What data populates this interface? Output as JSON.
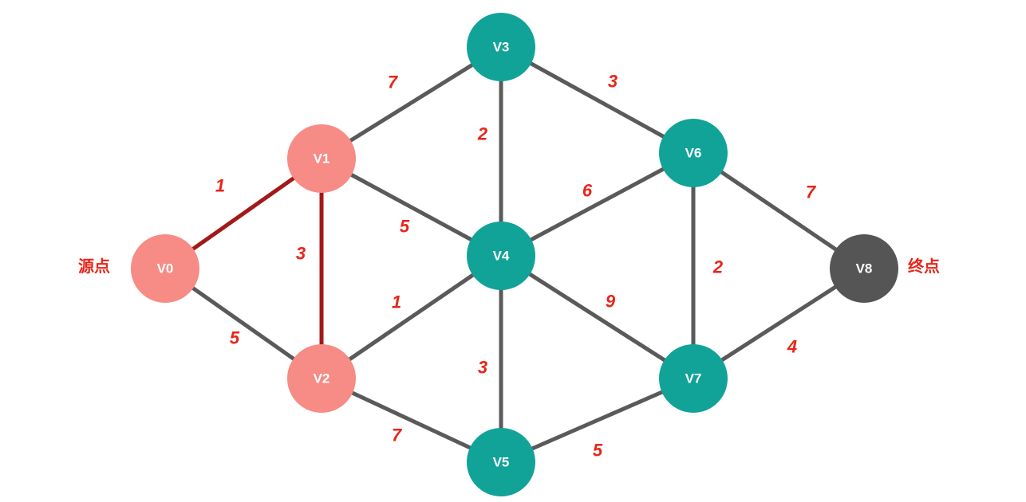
{
  "colors": {
    "edge": "#5a5a5a",
    "edge_highlight": "#a31818",
    "weight_text": "#e8251a",
    "visited_node": "#f78b85",
    "unvisited_node": "#11a398",
    "target_node": "#555555",
    "endpoint_text": "#e8251a"
  },
  "graph": {
    "nodes": [
      {
        "id": "V0",
        "label": "V0",
        "state": "visited"
      },
      {
        "id": "V1",
        "label": "V1",
        "state": "visited"
      },
      {
        "id": "V2",
        "label": "V2",
        "state": "visited"
      },
      {
        "id": "V3",
        "label": "V3",
        "state": "unvisited"
      },
      {
        "id": "V4",
        "label": "V4",
        "state": "unvisited"
      },
      {
        "id": "V5",
        "label": "V5",
        "state": "unvisited"
      },
      {
        "id": "V6",
        "label": "V6",
        "state": "unvisited"
      },
      {
        "id": "V7",
        "label": "V7",
        "state": "unvisited"
      },
      {
        "id": "V8",
        "label": "V8",
        "state": "target"
      }
    ],
    "edges": [
      {
        "from": "V0",
        "to": "V1",
        "weight": "1",
        "highlight": true
      },
      {
        "from": "V0",
        "to": "V2",
        "weight": "5",
        "highlight": false
      },
      {
        "from": "V1",
        "to": "V2",
        "weight": "3",
        "highlight": true
      },
      {
        "from": "V1",
        "to": "V3",
        "weight": "7",
        "highlight": false
      },
      {
        "from": "V1",
        "to": "V4",
        "weight": "5",
        "highlight": false
      },
      {
        "from": "V2",
        "to": "V4",
        "weight": "1",
        "highlight": false
      },
      {
        "from": "V2",
        "to": "V5",
        "weight": "7",
        "highlight": false
      },
      {
        "from": "V3",
        "to": "V4",
        "weight": "2",
        "highlight": false
      },
      {
        "from": "V3",
        "to": "V6",
        "weight": "3",
        "highlight": false
      },
      {
        "from": "V4",
        "to": "V5",
        "weight": "3",
        "highlight": false
      },
      {
        "from": "V4",
        "to": "V6",
        "weight": "6",
        "highlight": false
      },
      {
        "from": "V4",
        "to": "V7",
        "weight": "9",
        "highlight": false
      },
      {
        "from": "V5",
        "to": "V7",
        "weight": "5",
        "highlight": false
      },
      {
        "from": "V6",
        "to": "V7",
        "weight": "2",
        "highlight": false
      },
      {
        "from": "V6",
        "to": "V8",
        "weight": "7",
        "highlight": false
      },
      {
        "from": "V7",
        "to": "V8",
        "weight": "4",
        "highlight": false
      }
    ]
  },
  "labels": {
    "source": "源点",
    "target": "终点"
  }
}
